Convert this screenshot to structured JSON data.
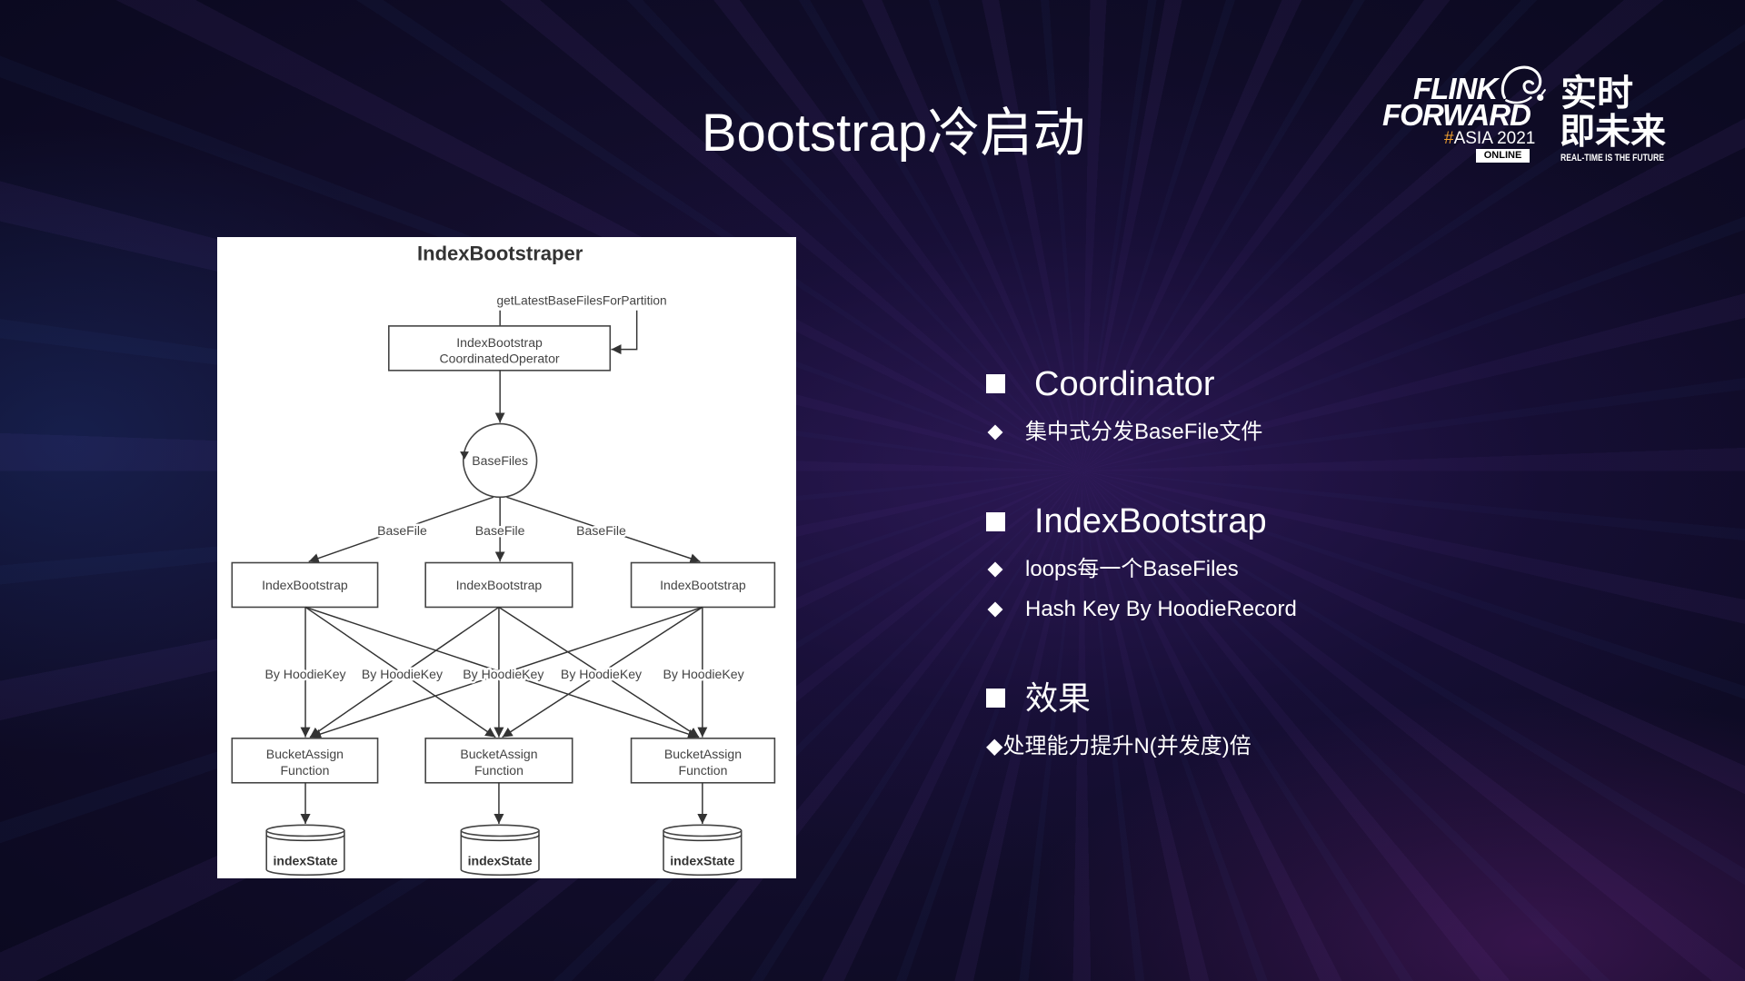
{
  "slide": {
    "title": "Bootstrap冷启动"
  },
  "logo": {
    "line1": "FLINK",
    "line2": "FORWARD",
    "event_hash": "#",
    "event_text": "ASIA 2021",
    "badge": "ONLINE",
    "slogan_cn_1": "实时",
    "slogan_cn_2": "即未来",
    "slogan_en": "REAL-TIME IS THE FUTURE",
    "icon": "squirrel-icon"
  },
  "diagram": {
    "title": "IndexBootstraper",
    "source_label": "getLatestBaseFilesForPartition",
    "coordinator": [
      "IndexBootstrap",
      "CoordinatedOperator"
    ],
    "basefiles_node": "BaseFiles",
    "basefile_edge_labels": [
      "BaseFile",
      "BaseFile",
      "BaseFile"
    ],
    "bootstrap_nodes": [
      "IndexBootstrap",
      "IndexBootstrap",
      "IndexBootstrap"
    ],
    "key_edge_labels": [
      "By HoodieKey",
      "By HoodieKey",
      "By HoodieKey",
      "By HoodieKey",
      "By HoodieKey"
    ],
    "bucket_nodes": [
      [
        "BucketAssign",
        "Function"
      ],
      [
        "BucketAssign",
        "Function"
      ],
      [
        "BucketAssign",
        "Function"
      ]
    ],
    "state_nodes": [
      "indexState",
      "indexState",
      "indexState"
    ]
  },
  "bullets": [
    {
      "heading": "Coordinator",
      "items": [
        "集中式分发BaseFile文件"
      ]
    },
    {
      "heading": "IndexBootstrap",
      "items": [
        "loops每一个BaseFiles",
        "Hash Key By HoodieRecord"
      ]
    },
    {
      "heading": "效果",
      "note": "◆处理能力提升N(并发度)倍"
    }
  ],
  "icons": {
    "section_bullet": "square-bullet-icon",
    "item_bullet": "diamond-bullet-icon"
  },
  "colors": {
    "background": "#0e0b25",
    "text": "#ffffff",
    "accent": "#f0a030",
    "diagram_line": "#333333",
    "diagram_text": "#444444"
  }
}
